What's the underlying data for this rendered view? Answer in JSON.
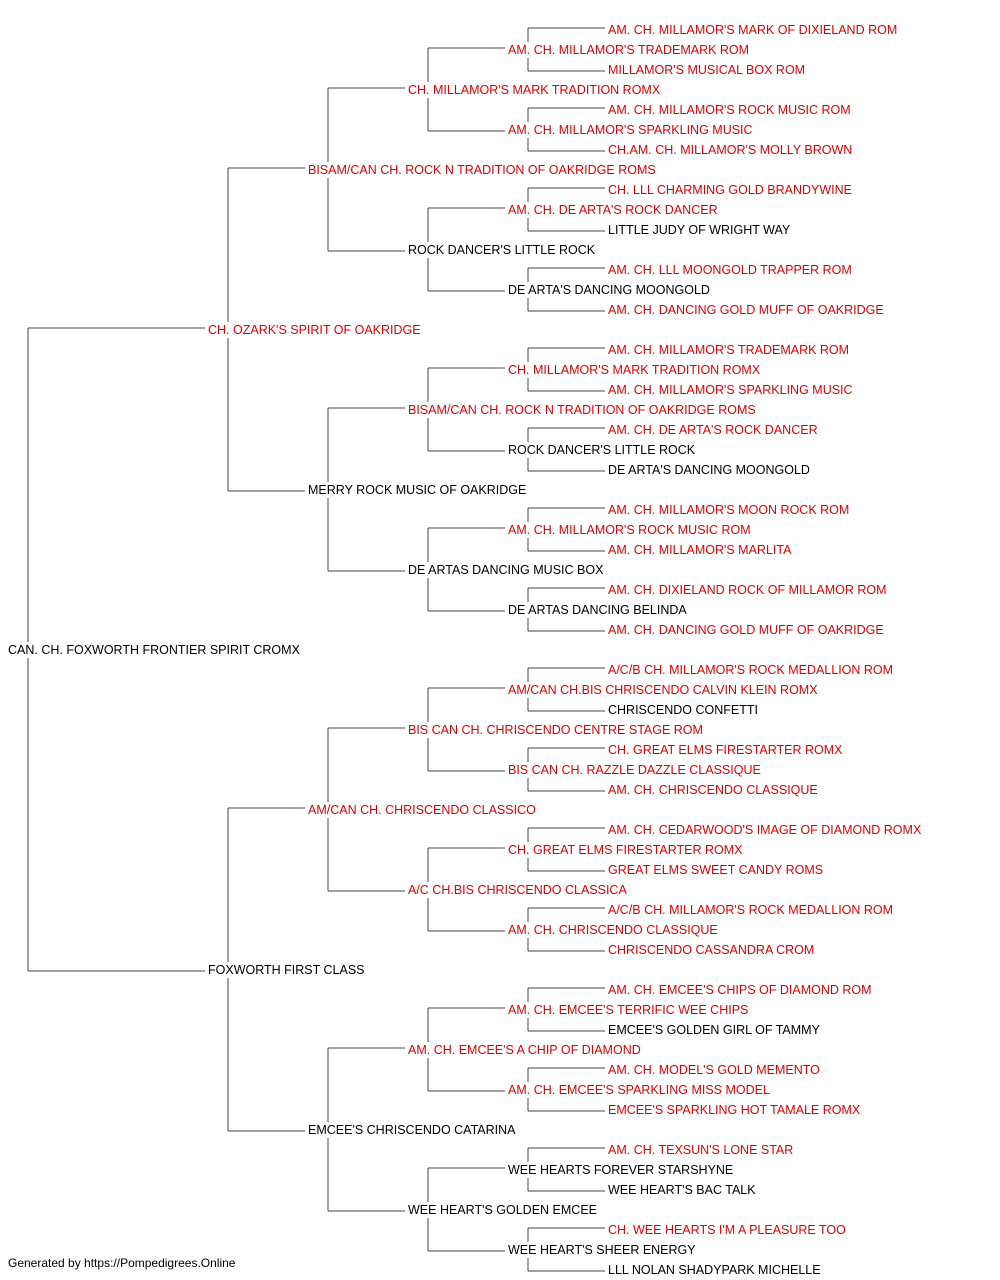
{
  "colors": {
    "champion": "#dd0000",
    "normal": "#000000",
    "line": "#444444"
  },
  "pedigree": {
    "name": "CAN. CH. FOXWORTH FRONTIER SPIRIT CROMX",
    "red": false,
    "sire": {
      "name": "CH. OZARK'S SPIRIT OF OAKRIDGE",
      "red": true,
      "sire": {
        "name": "BISAM/CAN CH. ROCK N TRADITION OF OAKRIDGE ROMS",
        "red": true,
        "sire": {
          "name": "CH. MILLAMOR'S MARK TRADITION ROMX",
          "red": true,
          "sire": {
            "name": "AM. CH. MILLAMOR'S TRADEMARK ROM",
            "red": true,
            "sire": {
              "name": "AM. CH. MILLAMOR'S MARK OF DIXIELAND ROM",
              "red": true
            },
            "dam": {
              "name": "MILLAMOR'S MUSICAL BOX ROM",
              "red": true
            }
          },
          "dam": {
            "name": "AM. CH. MILLAMOR'S SPARKLING MUSIC",
            "red": true,
            "sire": {
              "name": "AM. CH. MILLAMOR'S ROCK MUSIC ROM",
              "red": true
            },
            "dam": {
              "name": "CH.AM. CH. MILLAMOR'S MOLLY BROWN",
              "red": true
            }
          }
        },
        "dam": {
          "name": "ROCK DANCER'S LITTLE ROCK",
          "red": false,
          "sire": {
            "name": "AM. CH. DE ARTA'S ROCK DANCER",
            "red": true,
            "sire": {
              "name": "CH. LLL CHARMING GOLD BRANDYWINE",
              "red": true
            },
            "dam": {
              "name": "LITTLE JUDY OF WRIGHT WAY",
              "red": false
            }
          },
          "dam": {
            "name": "DE ARTA'S DANCING MOONGOLD",
            "red": false,
            "sire": {
              "name": "AM. CH. LLL MOONGOLD TRAPPER ROM",
              "red": true
            },
            "dam": {
              "name": "AM. CH. DANCING GOLD MUFF OF OAKRIDGE",
              "red": true
            }
          }
        }
      },
      "dam": {
        "name": "MERRY ROCK MUSIC OF OAKRIDGE",
        "red": false,
        "sire": {
          "name": "BISAM/CAN CH. ROCK N TRADITION OF OAKRIDGE ROMS",
          "red": true,
          "sire": {
            "name": "CH. MILLAMOR'S MARK TRADITION ROMX",
            "red": true,
            "sire": {
              "name": "AM. CH. MILLAMOR'S TRADEMARK ROM",
              "red": true
            },
            "dam": {
              "name": "AM. CH. MILLAMOR'S SPARKLING MUSIC",
              "red": true
            }
          },
          "dam": {
            "name": "ROCK DANCER'S LITTLE ROCK",
            "red": false,
            "sire": {
              "name": "AM. CH. DE ARTA'S ROCK DANCER",
              "red": true
            },
            "dam": {
              "name": "DE ARTA'S DANCING MOONGOLD",
              "red": false
            }
          }
        },
        "dam": {
          "name": "DE ARTAS DANCING MUSIC BOX",
          "red": false,
          "sire": {
            "name": "AM. CH. MILLAMOR'S ROCK MUSIC ROM",
            "red": true,
            "sire": {
              "name": "AM. CH. MILLAMOR'S MOON ROCK ROM",
              "red": true
            },
            "dam": {
              "name": "AM. CH. MILLAMOR'S MARLITA",
              "red": true
            }
          },
          "dam": {
            "name": "DE ARTAS DANCING BELINDA",
            "red": false,
            "sire": {
              "name": "AM. CH. DIXIELAND ROCK OF MILLAMOR ROM",
              "red": true
            },
            "dam": {
              "name": "AM. CH. DANCING GOLD MUFF OF OAKRIDGE",
              "red": true
            }
          }
        }
      }
    },
    "dam": {
      "name": "FOXWORTH FIRST CLASS",
      "red": false,
      "sire": {
        "name": "AM/CAN CH. CHRISCENDO CLASSICO",
        "red": true,
        "sire": {
          "name": "BIS CAN CH. CHRISCENDO CENTRE STAGE ROM",
          "red": true,
          "sire": {
            "name": "AM/CAN CH.BIS CHRISCENDO CALVIN KLEIN ROMX",
            "red": true,
            "sire": {
              "name": "A/C/B CH. MILLAMOR'S ROCK MEDALLION ROM",
              "red": true
            },
            "dam": {
              "name": "CHRISCENDO CONFETTI",
              "red": false
            }
          },
          "dam": {
            "name": "BIS CAN CH. RAZZLE DAZZLE CLASSIQUE",
            "red": true,
            "sire": {
              "name": "CH. GREAT ELMS FIRESTARTER ROMX",
              "red": true
            },
            "dam": {
              "name": "AM. CH. CHRISCENDO CLASSIQUE",
              "red": true
            }
          }
        },
        "dam": {
          "name": "A/C CH.BIS CHRISCENDO CLASSICA",
          "red": true,
          "sire": {
            "name": "CH. GREAT ELMS FIRESTARTER ROMX",
            "red": true,
            "sire": {
              "name": "AM. CH. CEDARWOOD'S IMAGE OF DIAMOND ROMX",
              "red": true
            },
            "dam": {
              "name": "GREAT ELMS SWEET CANDY ROMS",
              "red": true
            }
          },
          "dam": {
            "name": "AM. CH. CHRISCENDO CLASSIQUE",
            "red": true,
            "sire": {
              "name": "A/C/B CH. MILLAMOR'S ROCK MEDALLION ROM",
              "red": true
            },
            "dam": {
              "name": "CHRISCENDO CASSANDRA CROM",
              "red": true
            }
          }
        }
      },
      "dam": {
        "name": "EMCEE'S CHRISCENDO CATARINA",
        "red": false,
        "sire": {
          "name": "AM. CH. EMCEE'S A CHIP OF DIAMOND",
          "red": true,
          "sire": {
            "name": "AM. CH. EMCEE'S TERRIFIC WEE CHIPS",
            "red": true,
            "sire": {
              "name": "AM. CH. EMCEE'S CHIPS OF DIAMOND ROM",
              "red": true
            },
            "dam": {
              "name": "EMCEE'S GOLDEN GIRL OF TAMMY",
              "red": false
            }
          },
          "dam": {
            "name": "AM. CH. EMCEE'S SPARKLING MISS MODEL",
            "red": true,
            "sire": {
              "name": "AM. CH. MODEL'S GOLD MEMENTO",
              "red": true
            },
            "dam": {
              "name": "EMCEE'S SPARKLING HOT TAMALE ROMX",
              "red": true
            }
          }
        },
        "dam": {
          "name": "WEE HEART'S GOLDEN EMCEE",
          "red": false,
          "sire": {
            "name": "WEE HEARTS FOREVER STARSHYNE",
            "red": false,
            "sire": {
              "name": "AM. CH. TEXSUN'S LONE STAR",
              "red": true
            },
            "dam": {
              "name": "WEE HEART'S BAC TALK",
              "red": false
            }
          },
          "dam": {
            "name": "WEE HEART'S SHEER ENERGY",
            "red": false,
            "sire": {
              "name": "CH. WEE HEARTS I'M A PLEASURE TOO",
              "red": true
            },
            "dam": {
              "name": "LLL NOLAN SHADYPARK MICHELLE",
              "red": false
            }
          }
        }
      }
    }
  },
  "footer": "Generated by https://Pompedigrees.Online"
}
